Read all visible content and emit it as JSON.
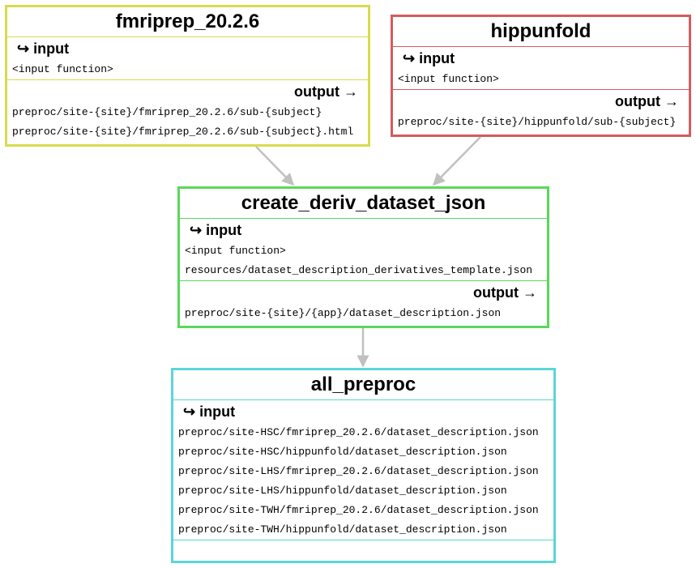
{
  "colors": {
    "edge": "#c0c0c0",
    "fmriprep": "#d6dc4e",
    "hippunfold": "#d45c5c",
    "create": "#5cd65c",
    "all": "#5cd6d6"
  },
  "labels": {
    "input": "input",
    "output": "output",
    "input_arrow": "↪",
    "output_arrow": "→"
  },
  "nodes": {
    "fmriprep": {
      "title": "fmriprep_20.2.6",
      "inputs": [
        "<input function>"
      ],
      "outputs": [
        "preproc/site-{site}/fmriprep_20.2.6/sub-{subject}",
        "preproc/site-{site}/fmriprep_20.2.6/sub-{subject}.html"
      ]
    },
    "hippunfold": {
      "title": "hippunfold",
      "inputs": [
        "<input function>"
      ],
      "outputs": [
        "preproc/site-{site}/hippunfold/sub-{subject}"
      ]
    },
    "create": {
      "title": "create_deriv_dataset_json",
      "inputs": [
        "<input function>",
        "resources/dataset_description_derivatives_template.json"
      ],
      "outputs": [
        "preproc/site-{site}/{app}/dataset_description.json"
      ]
    },
    "all": {
      "title": "all_preproc",
      "inputs": [
        "preproc/site-HSC/fmriprep_20.2.6/dataset_description.json",
        "preproc/site-HSC/hippunfold/dataset_description.json",
        "preproc/site-LHS/fmriprep_20.2.6/dataset_description.json",
        "preproc/site-LHS/hippunfold/dataset_description.json",
        "preproc/site-TWH/fmriprep_20.2.6/dataset_description.json",
        "preproc/site-TWH/hippunfold/dataset_description.json"
      ],
      "outputs": []
    }
  }
}
